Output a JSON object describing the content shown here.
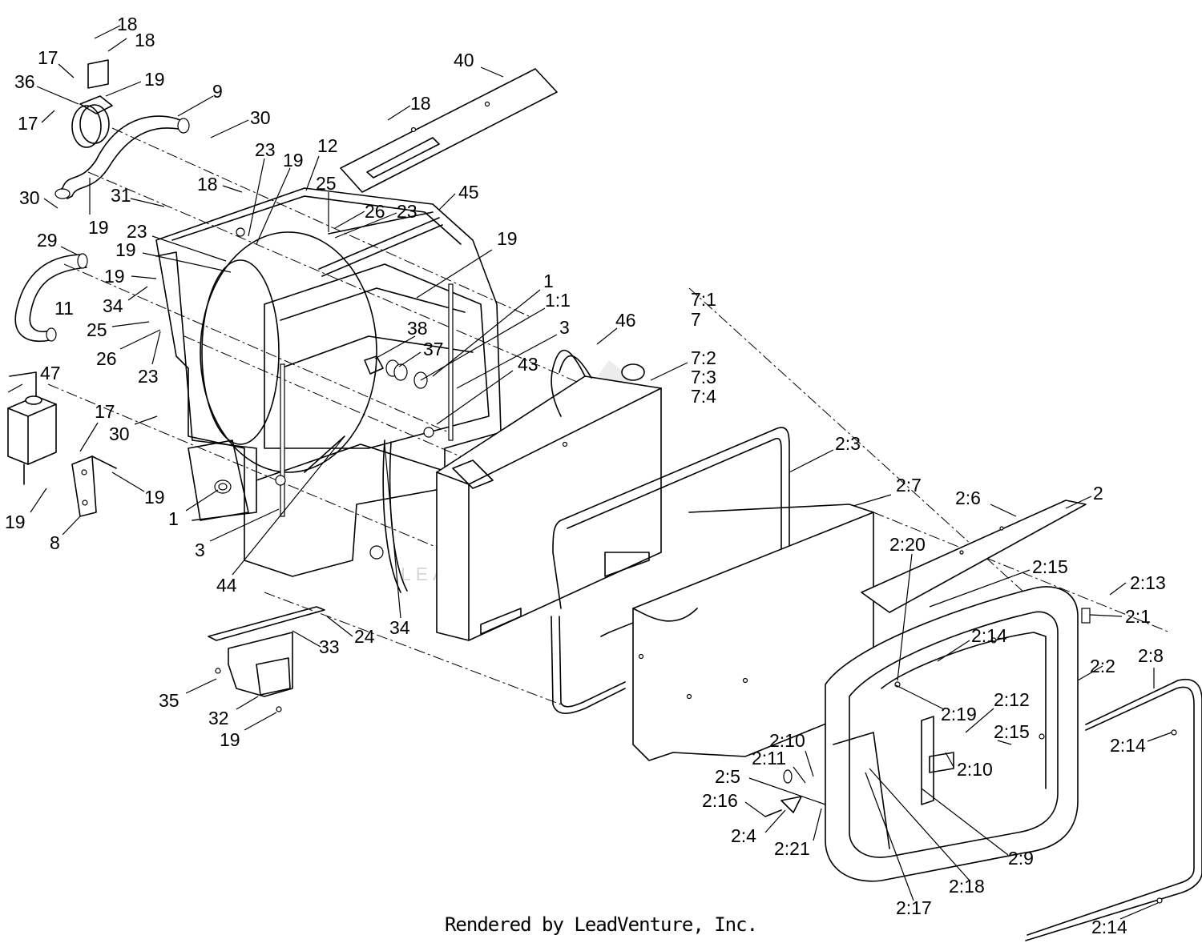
{
  "diagram": {
    "watermark": "LEADVENTURE",
    "credit": "Rendered by LeadVenture, Inc.",
    "callouts": [
      {
        "label": "18"
      },
      {
        "label": "18"
      },
      {
        "label": "17"
      },
      {
        "label": "36"
      },
      {
        "label": "19"
      },
      {
        "label": "17"
      },
      {
        "label": "9"
      },
      {
        "label": "30"
      },
      {
        "label": "40"
      },
      {
        "label": "18"
      },
      {
        "label": "23"
      },
      {
        "label": "19"
      },
      {
        "label": "12"
      },
      {
        "label": "18"
      },
      {
        "label": "25"
      },
      {
        "label": "30"
      },
      {
        "label": "31"
      },
      {
        "label": "19"
      },
      {
        "label": "26"
      },
      {
        "label": "23"
      },
      {
        "label": "45"
      },
      {
        "label": "29"
      },
      {
        "label": "23"
      },
      {
        "label": "19"
      },
      {
        "label": "19"
      },
      {
        "label": "19"
      },
      {
        "label": "11"
      },
      {
        "label": "34"
      },
      {
        "label": "25"
      },
      {
        "label": "26"
      },
      {
        "label": "23"
      },
      {
        "label": "1"
      },
      {
        "label": "1:1"
      },
      {
        "label": "38"
      },
      {
        "label": "3"
      },
      {
        "label": "37"
      },
      {
        "label": "46"
      },
      {
        "label": "7"
      },
      {
        "label": "7:1"
      },
      {
        "label": "7:2"
      },
      {
        "label": "7:3"
      },
      {
        "label": "7:4"
      },
      {
        "label": "47"
      },
      {
        "label": "43"
      },
      {
        "label": "17"
      },
      {
        "label": "30"
      },
      {
        "label": "2:3"
      },
      {
        "label": "19"
      },
      {
        "label": "19"
      },
      {
        "label": "1"
      },
      {
        "label": "8"
      },
      {
        "label": "3"
      },
      {
        "label": "44"
      },
      {
        "label": "2:7"
      },
      {
        "label": "2:6"
      },
      {
        "label": "2"
      },
      {
        "label": "2:20"
      },
      {
        "label": "2:15"
      },
      {
        "label": "2:13"
      },
      {
        "label": "2:1"
      },
      {
        "label": "24"
      },
      {
        "label": "33"
      },
      {
        "label": "34"
      },
      {
        "label": "2:14"
      },
      {
        "label": "2:2"
      },
      {
        "label": "2:8"
      },
      {
        "label": "35"
      },
      {
        "label": "32"
      },
      {
        "label": "19"
      },
      {
        "label": "2:19"
      },
      {
        "label": "2:12"
      },
      {
        "label": "2:15"
      },
      {
        "label": "2:14"
      },
      {
        "label": "2:10"
      },
      {
        "label": "2:11"
      },
      {
        "label": "2:10"
      },
      {
        "label": "2:5"
      },
      {
        "label": "2:16"
      },
      {
        "label": "2:4"
      },
      {
        "label": "2:21"
      },
      {
        "label": "2:9"
      },
      {
        "label": "2:18"
      },
      {
        "label": "2:17"
      },
      {
        "label": "2:14"
      }
    ]
  }
}
